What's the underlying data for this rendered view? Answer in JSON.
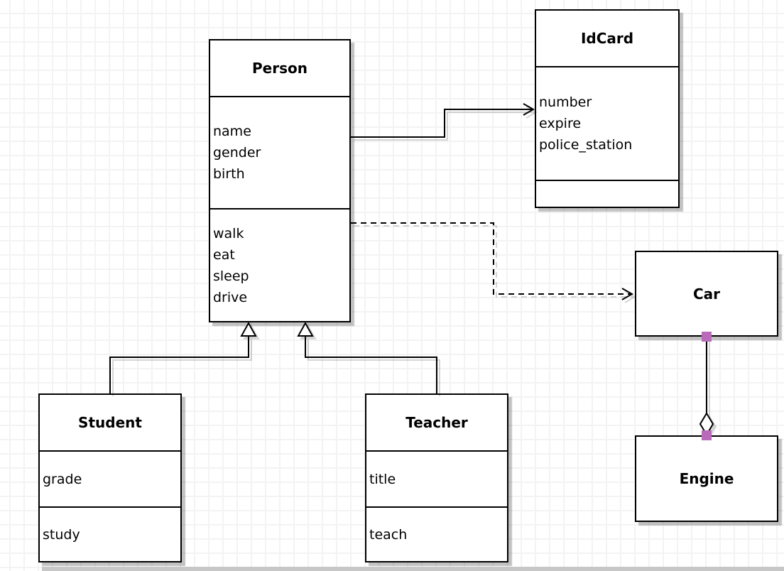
{
  "classes": [
    {
      "title": "Person",
      "attributes": [
        "name",
        "gender",
        "birth"
      ],
      "methods": [
        "walk",
        "eat",
        "sleep",
        "drive"
      ]
    },
    {
      "title": "IdCard",
      "attributes": [
        "number",
        "expire",
        "police_station"
      ],
      "methods": []
    },
    {
      "title": "Car",
      "attributes": [],
      "methods": []
    },
    {
      "title": "Engine",
      "attributes": [],
      "methods": []
    },
    {
      "title": "Student",
      "attributes": [
        "grade"
      ],
      "methods": [
        "study"
      ]
    },
    {
      "title": "Teacher",
      "attributes": [
        "title"
      ],
      "methods": [
        "teach"
      ]
    }
  ],
  "relationships": [
    {
      "from": "Person",
      "to": "IdCard",
      "type": "association",
      "line": "solid",
      "arrow": "open"
    },
    {
      "from": "Person",
      "to": "Car",
      "type": "dependency",
      "line": "dashed",
      "arrow": "open"
    },
    {
      "from": "Student",
      "to": "Person",
      "type": "generalization",
      "line": "solid",
      "arrow": "hollow-triangle"
    },
    {
      "from": "Teacher",
      "to": "Person",
      "type": "generalization",
      "line": "solid",
      "arrow": "hollow-triangle"
    },
    {
      "from": "Car",
      "to": "Engine",
      "type": "aggregation",
      "line": "solid",
      "arrow": "hollow-diamond"
    }
  ],
  "colors": {
    "stroke": "#000000",
    "box_fill": "#ffffff",
    "handle_fill": "#b96bb9",
    "grid_line": "#f3f3f3",
    "background": "#ffffff",
    "shadow": "#c7c7c7"
  }
}
